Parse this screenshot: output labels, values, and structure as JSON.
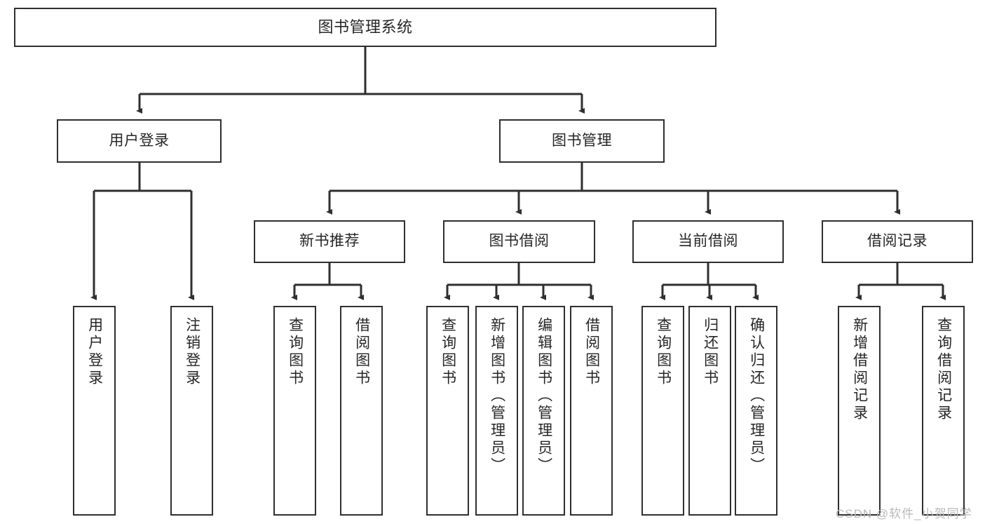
{
  "diagram": {
    "title": "图书管理系统",
    "type": "tree-hierarchy-chart",
    "root": {
      "label": "图书管理系统"
    },
    "level2": [
      {
        "label": "用户登录"
      },
      {
        "label": "图书管理"
      }
    ],
    "level3": [
      {
        "label": "新书推荐"
      },
      {
        "label": "图书借阅"
      },
      {
        "label": "当前借阅"
      },
      {
        "label": "借阅记录"
      }
    ],
    "leaves": [
      {
        "label": "用户登录"
      },
      {
        "label": "注销登录"
      },
      {
        "label": "查询图书"
      },
      {
        "label": "借阅图书"
      },
      {
        "label": "查询图书"
      },
      {
        "label": "新增图书（管理员）"
      },
      {
        "label": "编辑图书（管理员）"
      },
      {
        "label": "借阅图书"
      },
      {
        "label": "查询图书"
      },
      {
        "label": "归还图书"
      },
      {
        "label": "确认归还（管理员）"
      },
      {
        "label": "新增借阅记录"
      },
      {
        "label": "查询借阅记录"
      }
    ]
  },
  "watermark": {
    "text": "CSDN @软件_小贺同学"
  },
  "colors": {
    "stroke": "#2f2f2f",
    "fill": "#ffffff",
    "text": "#262626",
    "watermark": "#b9b9b9"
  }
}
